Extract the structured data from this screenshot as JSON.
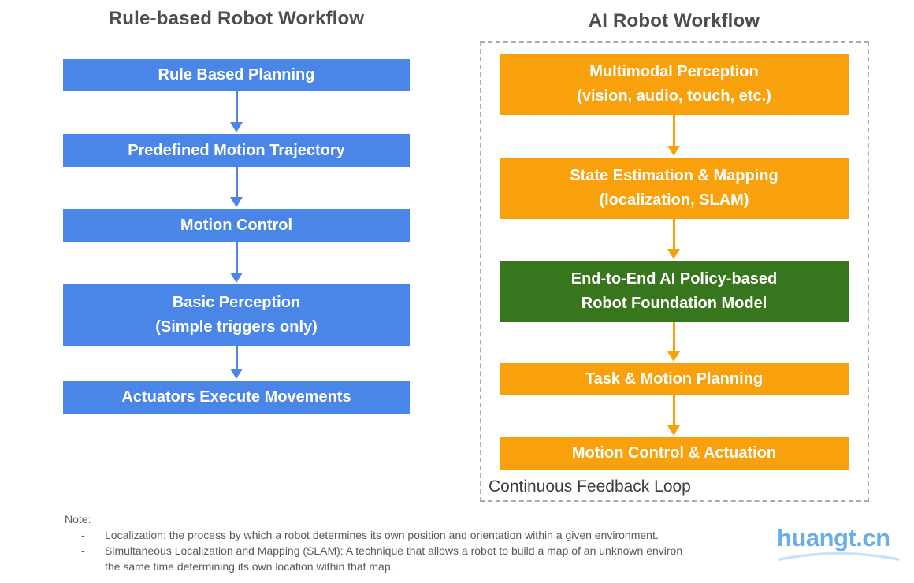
{
  "left": {
    "title": "Rule-based Robot Workflow",
    "boxes": [
      {
        "lines": [
          "Rule Based Planning"
        ]
      },
      {
        "lines": [
          "Predefined Motion Trajectory"
        ]
      },
      {
        "lines": [
          "Motion Control"
        ]
      },
      {
        "lines": [
          "Basic Perception",
          "(Simple triggers only)"
        ]
      },
      {
        "lines": [
          "Actuators Execute Movements"
        ]
      }
    ]
  },
  "right": {
    "title": "AI Robot Workflow",
    "loop_label": "Continuous Feedback Loop",
    "boxes": [
      {
        "lines": [
          "Multimodal Perception",
          "(vision, audio, touch, etc.)"
        ]
      },
      {
        "lines": [
          "State Estimation & Mapping",
          "(localization, SLAM)"
        ]
      },
      {
        "lines": [
          "End-to-End AI Policy-based",
          "Robot Foundation Model"
        ]
      },
      {
        "lines": [
          "Task & Motion Planning"
        ]
      },
      {
        "lines": [
          "Motion Control & Actuation"
        ]
      }
    ]
  },
  "note": {
    "heading": "Note:",
    "bullet": "-",
    "lines": [
      "Localization: the process by which a robot determines its own position and orientation within a given environment.",
      "Simultaneous Localization and Mapping (SLAM): A technique that allows a robot to build a map of an unknown environ",
      "the same time determining its own location within that map."
    ]
  },
  "watermark": {
    "text": "huangt.cn"
  },
  "colors": {
    "blue": "#4a86e8",
    "orange": "#f9a10c",
    "green": "#38761d",
    "frame": "#9fb398",
    "title": "#4d4d4d",
    "loop": "#3c3c3c",
    "note": "#595959",
    "watermark": "#6cade8"
  }
}
